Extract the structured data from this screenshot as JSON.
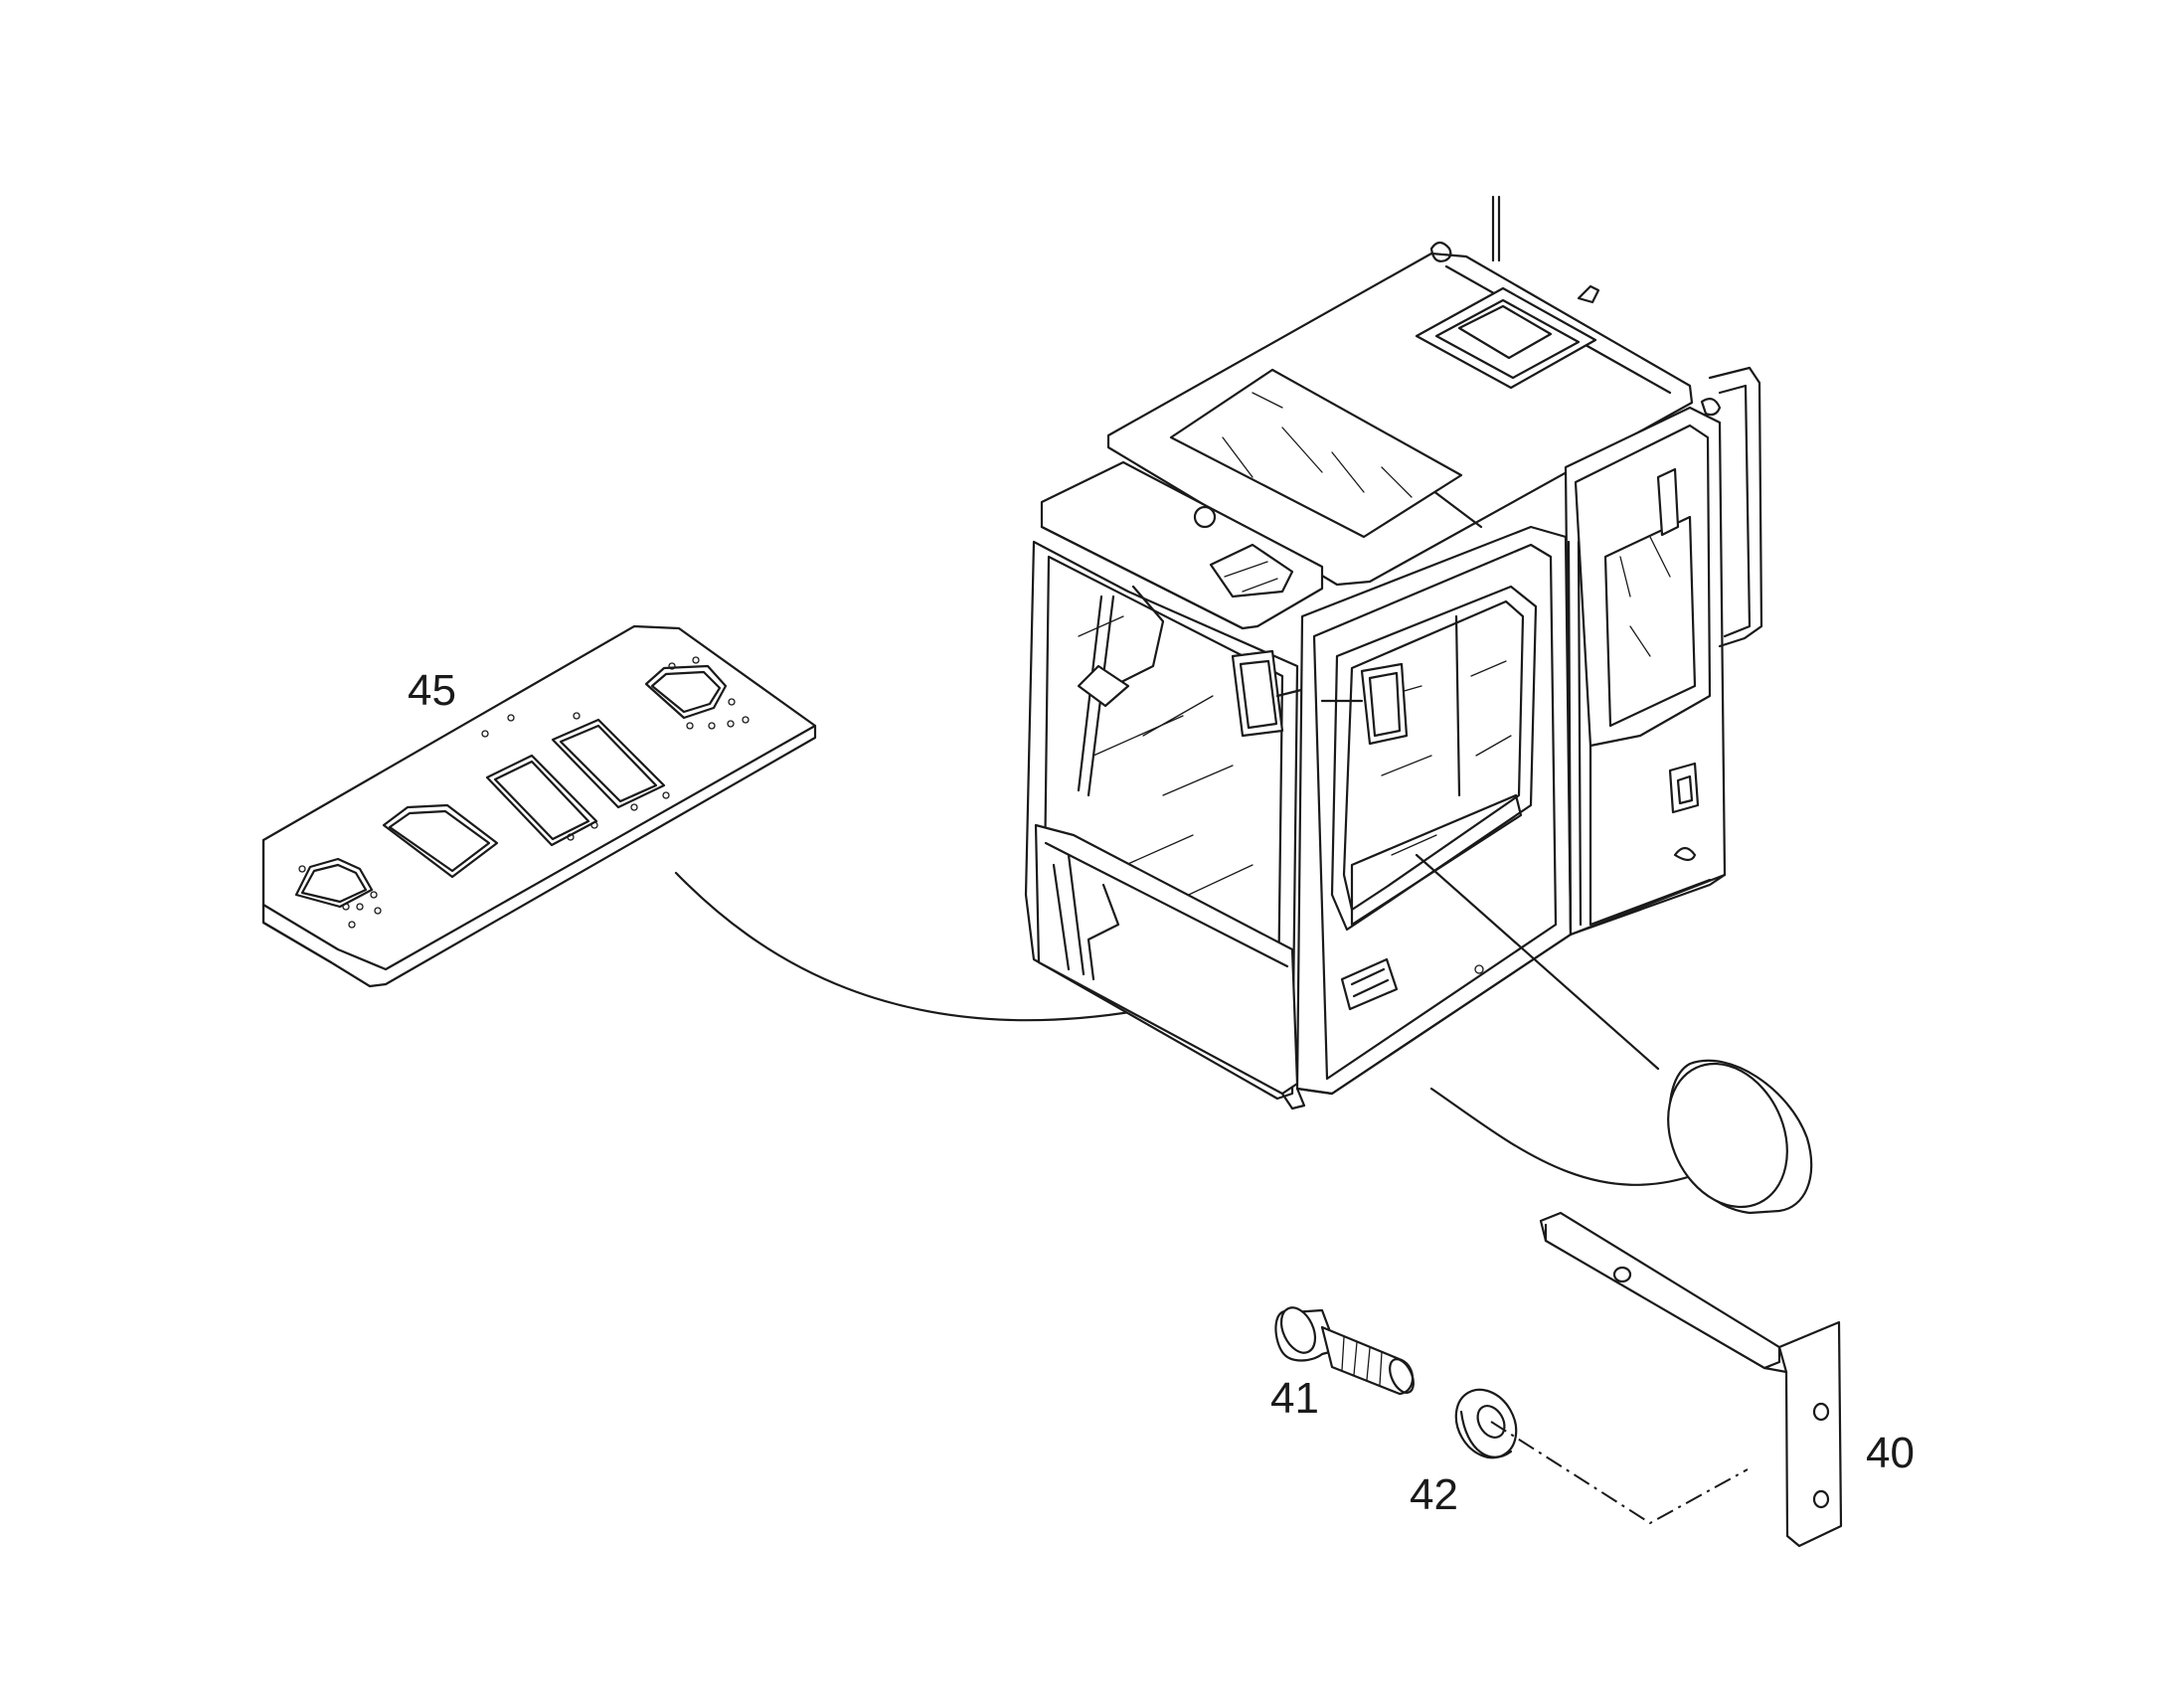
{
  "diagram": {
    "callouts": [
      {
        "id": "45",
        "text": "45"
      },
      {
        "id": "41",
        "text": "41"
      },
      {
        "id": "42",
        "text": "42"
      },
      {
        "id": "40",
        "text": "40"
      }
    ],
    "line_color": "#1a1a1a",
    "background": "#ffffff"
  }
}
